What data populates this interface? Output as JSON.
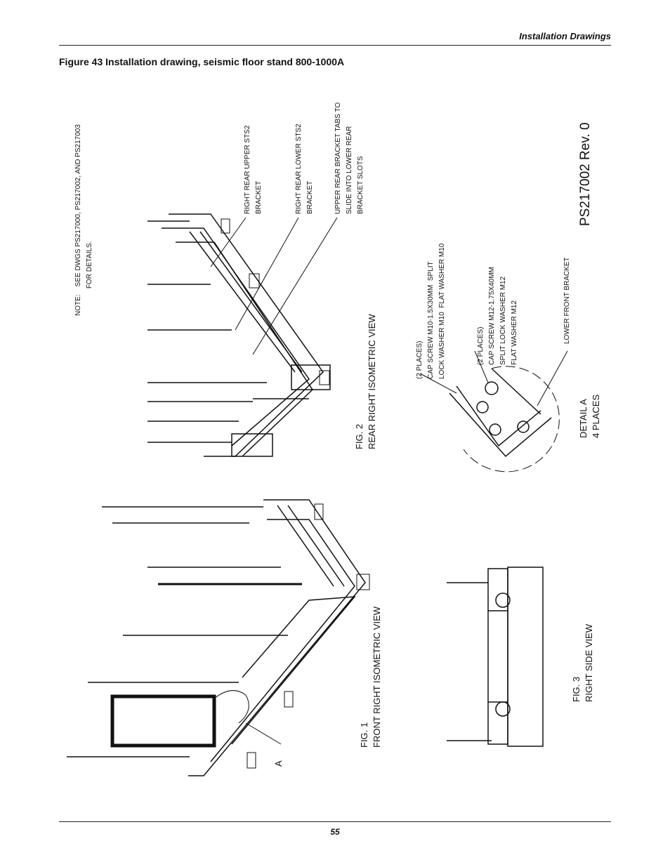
{
  "header": {
    "section_title": "Installation Drawings"
  },
  "caption": "Figure 43  Installation drawing, seismic floor stand 800-1000A",
  "page_number": "55",
  "drawing": {
    "note": "NOTE:    SEE DWGS PS217000, PS217002, AND PS217003\n              FOR DETAILS.",
    "callouts": {
      "upper_sts2": "RIGHT REAR UPPER STS2\nBRACKET",
      "lower_sts2": "RIGHT REAR LOWER STS2\nBRACKET",
      "tabs": "UPPER REAR BRACKET TABS TO\nSLIDE INTO LOWER REAR\nBRACKET SLOTS",
      "m10": "(2 PLACES)\nCAP SCREW M10-1.5X30MM  SPLIT\nLOCK WASHER M10  FLAT WASHER M10",
      "m12": "(2 PLACES)\nCAP SCREW M12-1.75X40MM\nSPLIT LOCK WASHER M12\nFLAT WASHER M12",
      "front_bracket": "LOWER FRONT BRACKET",
      "detail_marker": "A"
    },
    "fig1": "FIG. 1\nFRONT RIGHT ISOMETRIC VIEW",
    "fig2": "FIG. 2\nREAR RIGHT ISOMETRIC VIEW",
    "fig3": "FIG. 3\nRIGHT SIDE VIEW",
    "detail_a": "DETAIL A\n4 PLACES",
    "drawing_number": "PS217002 Rev. 0"
  }
}
